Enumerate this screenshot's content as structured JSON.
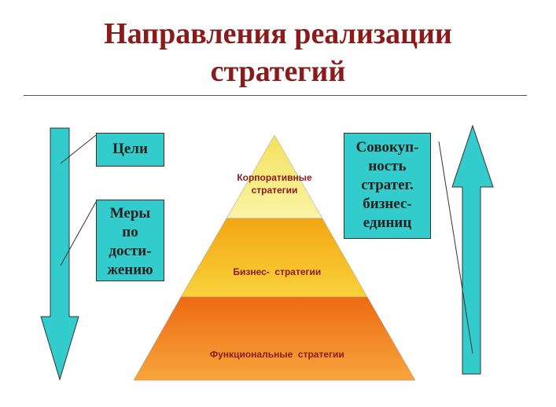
{
  "title": {
    "line1": "Направления реализации",
    "line2": "стратегий"
  },
  "left_boxes": {
    "goals": "Цели",
    "measures": [
      "Меры",
      "по",
      "дости-",
      "жению"
    ]
  },
  "right_box": [
    "Совокуп-",
    "ность",
    "стратег.",
    "бизнес-",
    "единиц"
  ],
  "pyramid": {
    "top": [
      "Корпоративные",
      "стратегии"
    ],
    "middle": "Бизнес-  стратегии",
    "bottom": "Функциональные  стратегии"
  },
  "colors": {
    "title": "#8b1a1a",
    "arrow_fill": "#33cccc",
    "box_fill": "#33cccc",
    "pyramid_top": "#f5e97a",
    "pyramid_middle": "#f6b81a",
    "pyramid_bottom": "#f07f1c"
  },
  "icons": {
    "left_arrow": "arrow-down",
    "right_arrow": "arrow-up"
  }
}
